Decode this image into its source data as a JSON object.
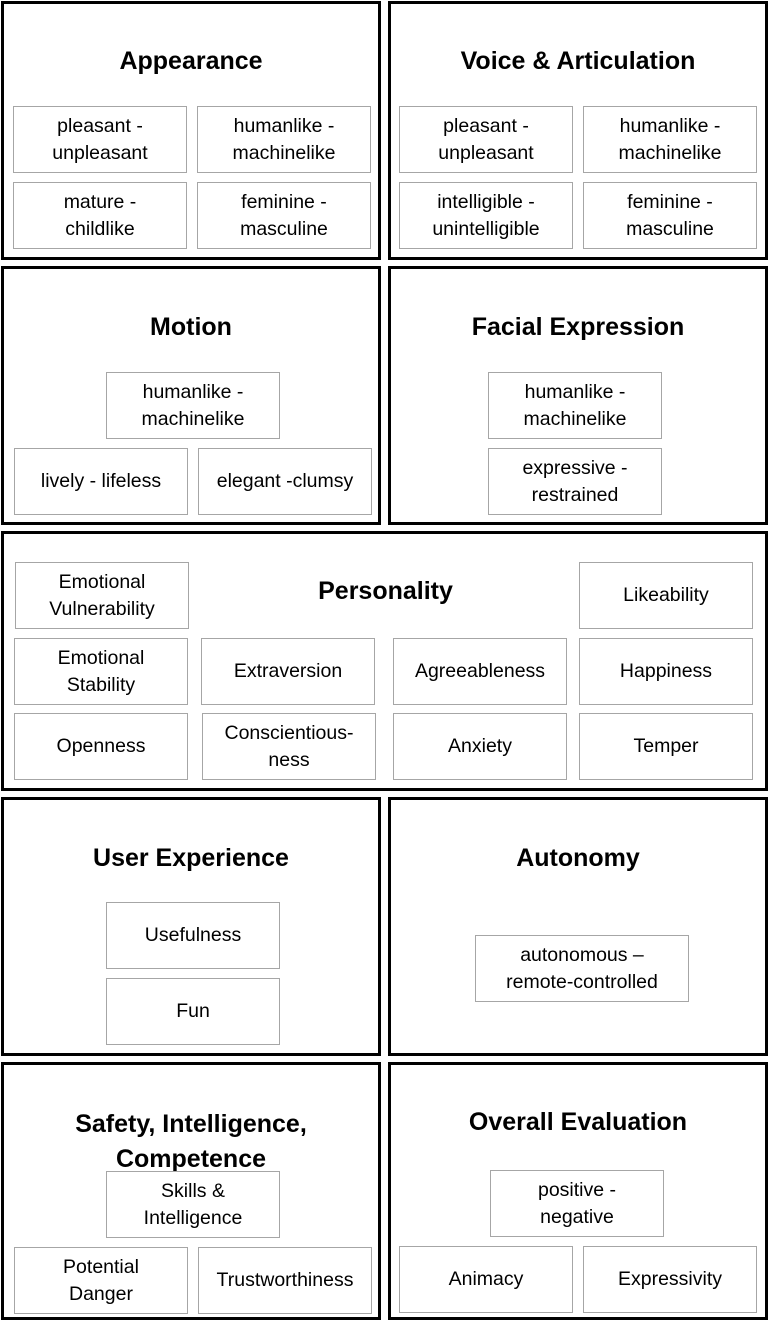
{
  "appearance": {
    "title": "Appearance",
    "items": [
      "pleasant -\nunpleasant",
      "humanlike -\nmachinelike",
      "mature -\nchildlike",
      "feminine -\nmasculine"
    ]
  },
  "voice": {
    "title": "Voice & Articulation",
    "items": [
      "pleasant -\nunpleasant",
      "humanlike -\nmachinelike",
      "intelligible -\nunintelligible",
      "feminine -\nmasculine"
    ]
  },
  "motion": {
    "title": "Motion",
    "items": [
      "humanlike -\nmachinelike",
      "lively - lifeless",
      "elegant -clumsy"
    ]
  },
  "facial": {
    "title": "Facial Expression",
    "items": [
      "humanlike -\nmachinelike",
      "expressive -\nrestrained"
    ]
  },
  "personality": {
    "title": "Personality",
    "items": [
      "Emotional\nVulnerability",
      "Likeability",
      "Emotional\nStability",
      "Extraversion",
      "Agreeableness",
      "Happiness",
      "Openness",
      "Conscientious-\nness",
      "Anxiety",
      "Temper"
    ]
  },
  "ux": {
    "title": "User Experience",
    "items": [
      "Usefulness",
      "Fun"
    ]
  },
  "autonomy": {
    "title": "Autonomy",
    "items": [
      "autonomous –\nremote-controlled"
    ]
  },
  "safety": {
    "title": "Safety, Intelligence,\nCompetence",
    "items": [
      "Skills &\nIntelligence",
      "Potential\nDanger",
      "Trustworthiness"
    ]
  },
  "overall": {
    "title": "Overall Evaluation",
    "items": [
      "positive -\nnegative",
      "Animacy",
      "Expressivity"
    ]
  }
}
